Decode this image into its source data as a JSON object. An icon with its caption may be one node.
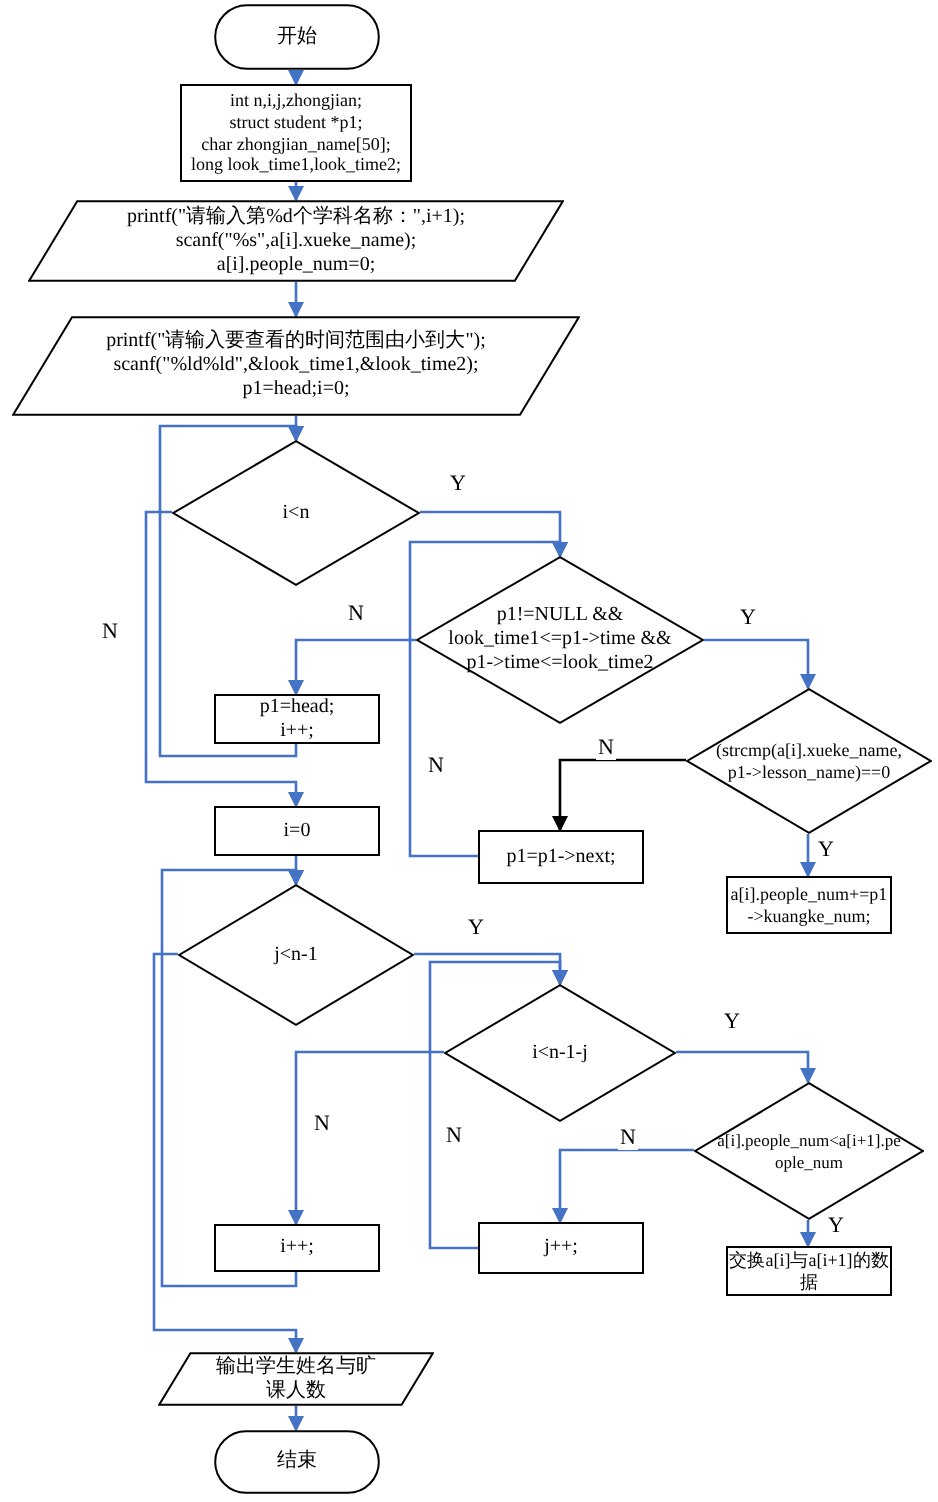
{
  "diagram": {
    "nodes": [
      {
        "text": [
          "开始"
        ]
      },
      {
        "text": [
          "int n,i,j,zhongjian; struct student *p1; char zhongjian_name[50]; long look_time1,look_time2;"
        ]
      },
      {
        "text": [
          "printf(\"请输入第%d个学科名称：\",i+1); scanf(\"%s\",a[i].xueke_name); a[i].people_num=0;"
        ]
      },
      {
        "text": [
          "printf(\"请输入要查看的时间范围由小到大\"); scanf(\"%ld%ld\",&look_time1,&look_time2); p1=head;i=0;"
        ]
      },
      {
        "text": [
          "i<n"
        ]
      },
      {
        "text": [
          "p1!=NULL && look_time1<=p1->time && p1->time<=look_time2"
        ]
      },
      {
        "text": [
          "p1=head; i++;"
        ]
      },
      {
        "text": [
          "(strcmp(a[i].xueke_name, p1->lesson_name)==0"
        ]
      },
      {
        "text": [
          "p1=p1->next;"
        ]
      },
      {
        "text": [
          "a[i].people_num+=p1->kuangke_num;"
        ]
      },
      {
        "text": [
          "i=0"
        ]
      },
      {
        "text": [
          "j<n-1"
        ]
      },
      {
        "text": [
          "i<n-1-j"
        ]
      },
      {
        "text": [
          "a[i].people_num<a[i+1].people_num"
        ]
      },
      {
        "text": [
          "i++;"
        ]
      },
      {
        "text": [
          "j++;"
        ]
      },
      {
        "text": [
          "交换a[i]与a[i+1]的数据"
        ]
      },
      {
        "text": [
          "输出学生姓名与旷课人数"
        ]
      },
      {
        "text": [
          "结束"
        ]
      }
    ],
    "edges": [
      {
        "from": 0,
        "to": 1,
        "arrow": "to"
      },
      {
        "from": 1,
        "to": 2,
        "arrow": "to"
      },
      {
        "from": 2,
        "to": 3,
        "arrow": "to"
      },
      {
        "from": 3,
        "to": 4,
        "arrow": "to"
      },
      {
        "from": 4,
        "to": 5,
        "arrow": "to",
        "label": "Y"
      },
      {
        "from": 5,
        "to": 6,
        "arrow": "to",
        "label": "N"
      },
      {
        "from": 6,
        "to": 4,
        "arrow": "to"
      },
      {
        "from": 4,
        "to": 10,
        "arrow": "to",
        "label": "N"
      },
      {
        "from": 5,
        "to": 7,
        "arrow": "to",
        "label": "Y"
      },
      {
        "from": 7,
        "to": 8,
        "arrow": "to",
        "label": "N",
        "color": "#000000"
      },
      {
        "from": 7,
        "to": 9,
        "arrow": "to",
        "label": "Y"
      },
      {
        "from": 8,
        "to": 5,
        "arrow": "to",
        "label": "N"
      },
      {
        "from": 10,
        "to": 11,
        "arrow": "to"
      },
      {
        "from": 11,
        "to": 12,
        "arrow": "to",
        "label": "Y"
      },
      {
        "from": 12,
        "to": 14,
        "arrow": "to",
        "label": "N"
      },
      {
        "from": 12,
        "to": 13,
        "arrow": "to",
        "label": "Y"
      },
      {
        "from": 13,
        "to": 15,
        "arrow": "to",
        "label": "N"
      },
      {
        "from": 13,
        "to": 16,
        "arrow": "to",
        "label": "Y"
      },
      {
        "from": 15,
        "to": 12,
        "arrow": "to",
        "label": "N"
      },
      {
        "from": 14,
        "to": 11,
        "arrow": "to"
      },
      {
        "from": 11,
        "to": 17,
        "arrow": "to"
      },
      {
        "from": 17,
        "to": 18,
        "arrow": "to"
      }
    ]
  }
}
